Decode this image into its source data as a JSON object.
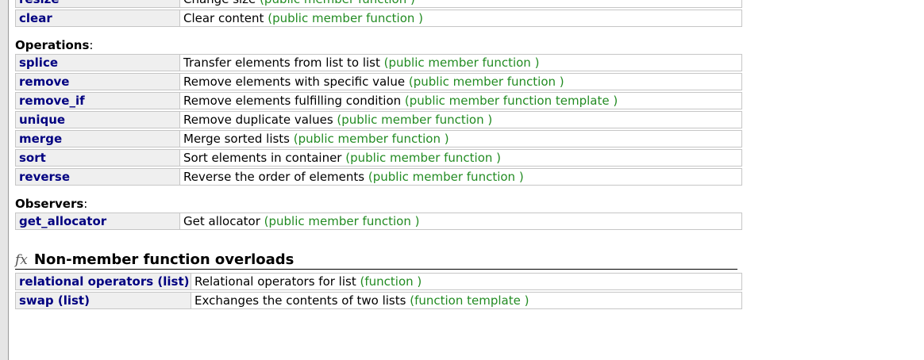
{
  "modifiers_tail": [
    {
      "name": "resize",
      "desc": "Change size",
      "type": "(public member function )"
    },
    {
      "name": "clear",
      "desc": "Clear content",
      "type": "(public member function )"
    }
  ],
  "operations": {
    "heading": "Operations",
    "rows": [
      {
        "name": "splice",
        "desc": "Transfer elements from list to list",
        "type": "(public member function )"
      },
      {
        "name": "remove",
        "desc": "Remove elements with specific value",
        "type": "(public member function )"
      },
      {
        "name": "remove_if",
        "desc": "Remove elements fulfilling condition",
        "type": "(public member function template )"
      },
      {
        "name": "unique",
        "desc": "Remove duplicate values",
        "type": "(public member function )"
      },
      {
        "name": "merge",
        "desc": "Merge sorted lists",
        "type": "(public member function )"
      },
      {
        "name": "sort",
        "desc": "Sort elements in container",
        "type": "(public member function )"
      },
      {
        "name": "reverse",
        "desc": "Reverse the order of elements",
        "type": "(public member function )"
      }
    ]
  },
  "observers": {
    "heading": "Observers",
    "rows": [
      {
        "name": "get_allocator",
        "desc": "Get allocator",
        "type": "(public member function )"
      }
    ]
  },
  "non_member": {
    "icon": "fx",
    "heading": "Non-member function overloads",
    "rows": [
      {
        "name": "relational operators (list)",
        "desc": "Relational operators for list",
        "type": "(function )"
      },
      {
        "name": "swap (list)",
        "desc": "Exchanges the contents of two lists",
        "type": "(function template )"
      }
    ]
  }
}
